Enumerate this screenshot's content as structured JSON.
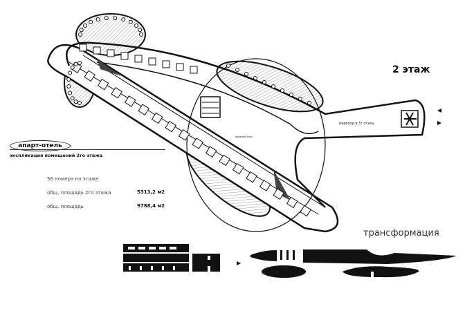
{
  "title": "2 этаж",
  "badge": "апарт-отель",
  "explication": {
    "heading": "экспликация помещений 2го этажа",
    "rooms_per_floor": "56 номера на этаже",
    "floor_area_label": "общ. площадь 2го этажа",
    "floor_area_value": "5313,2 м2",
    "total_area_label": "общ. площадь",
    "total_area_value": "9788,4 м2"
  },
  "plan": {
    "passage_label": "переход в 5* отель",
    "hall_label": "входной холл"
  },
  "transformation": {
    "label": "трансформация"
  }
}
